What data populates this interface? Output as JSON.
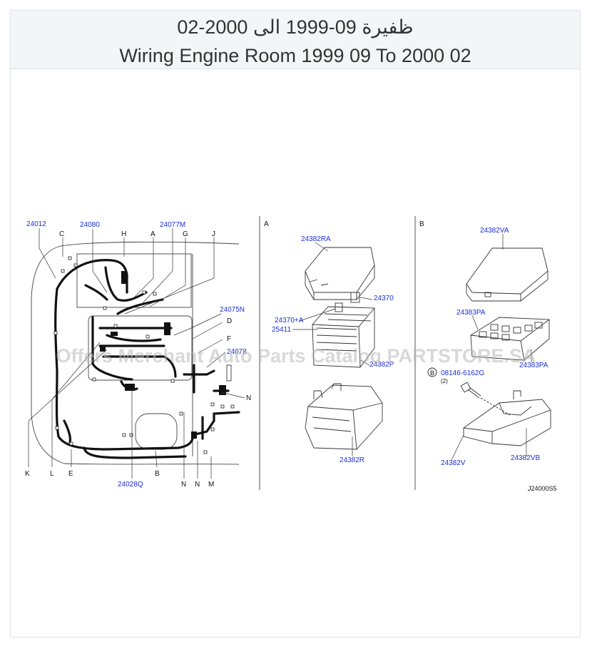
{
  "header": {
    "title_ar": "ظفيرة 09-1999 الى 2000-02",
    "title_en": "Wiring Engine Room 1999 09 To 2000 02"
  },
  "watermark": "Offers Merchant Auto Parts Catalog PARTSTORE.SA",
  "diagram": {
    "code": "J24000S5",
    "section_letters": [
      "A",
      "B"
    ],
    "harness_letters": [
      "C",
      "H",
      "A",
      "G",
      "J",
      "D",
      "F",
      "N",
      "K",
      "L",
      "E",
      "B",
      "N",
      "N",
      "M"
    ],
    "harness_parts": [
      "24012",
      "24080",
      "24077M",
      "24075N",
      "24078",
      "24028Q"
    ],
    "box_a_parts": [
      "24382RA",
      "24370",
      "24370+A",
      "25411",
      "24382P",
      "24382R"
    ],
    "box_b_parts": [
      "24382VA",
      "24383PA",
      "24383PA",
      "08146-6162G",
      "(2)",
      "24382V",
      "24382VB"
    ],
    "bolt_marker": "B"
  }
}
